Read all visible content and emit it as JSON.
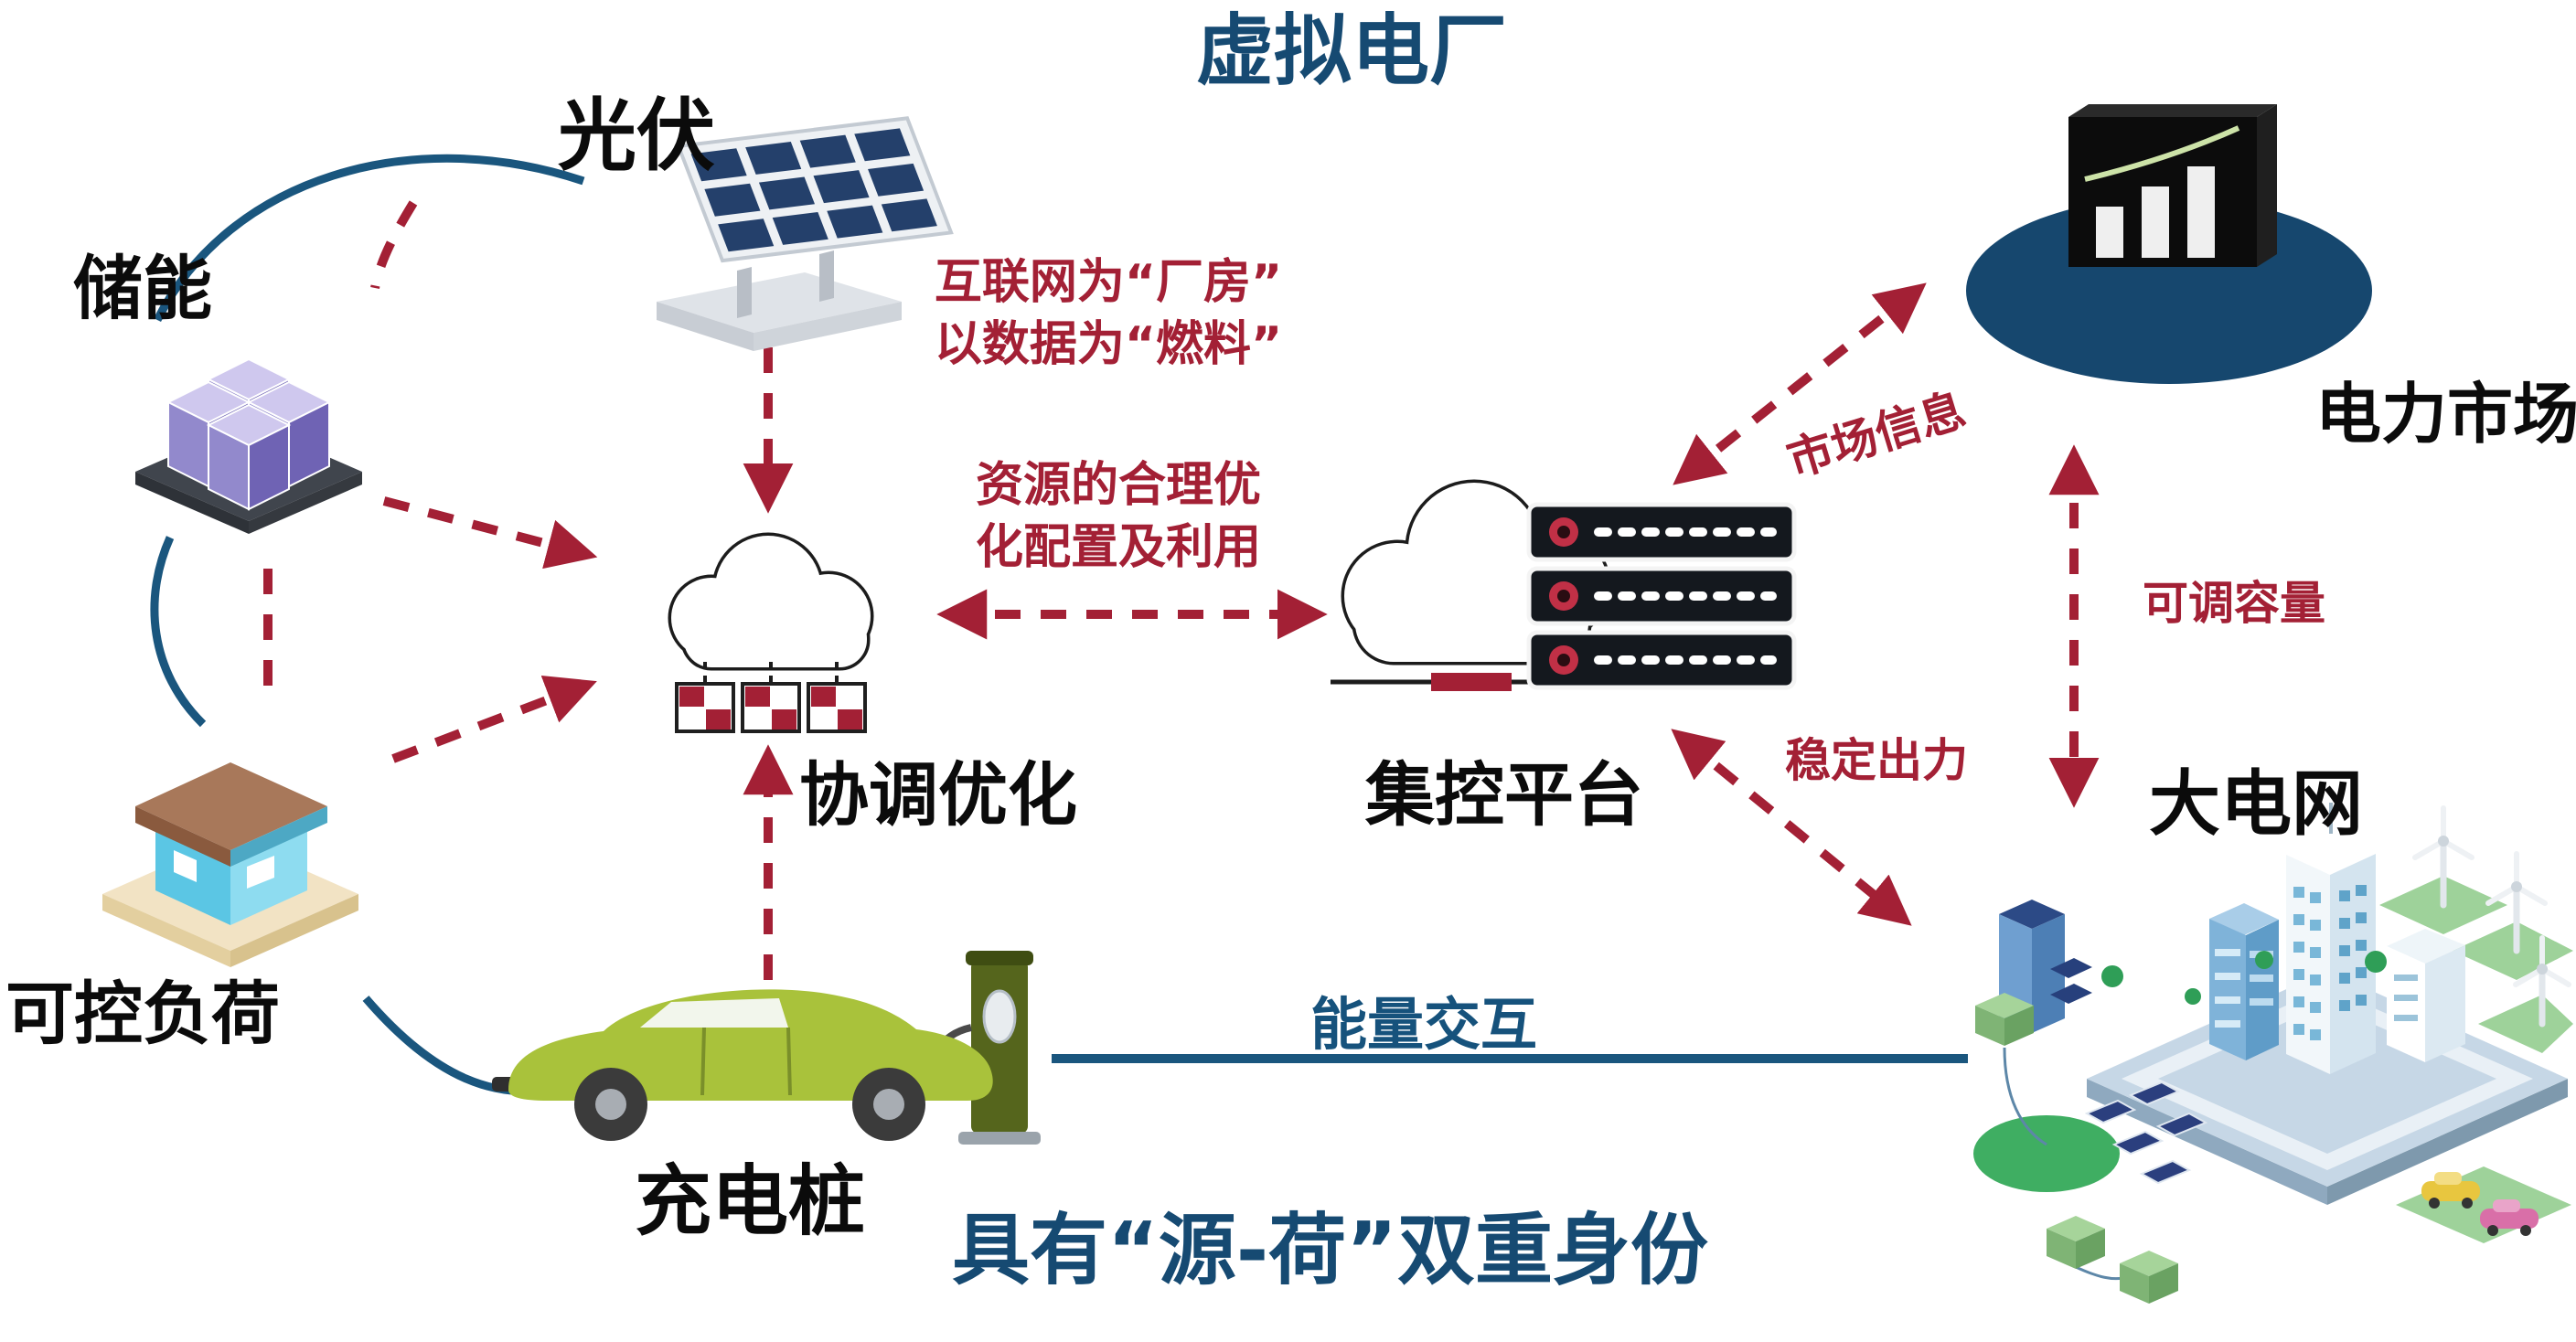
{
  "title": "虚拟电厂",
  "slogan": "具有“源-荷”双重身份",
  "colors": {
    "title_navy": "#164a72",
    "arrow_red": "#a32035",
    "line_blue": "#1a567e",
    "label_black": "#0b0b0b"
  },
  "nodes": {
    "pv": {
      "label": "光伏"
    },
    "storage": {
      "label": "储能"
    },
    "load": {
      "label": "可控负荷"
    },
    "charger": {
      "label": "充电桩"
    },
    "coordination": {
      "label": "协调优化"
    },
    "platform": {
      "label": "集控平台"
    },
    "market": {
      "label": "电力市场"
    },
    "grid": {
      "label": "大电网"
    }
  },
  "annotations": {
    "internet_line1": "互联网为“厂房”",
    "internet_line2": "以数据为“燃料”",
    "resource_line1": "资源的合理优",
    "resource_line2": "化配置及利用",
    "market_info": "市场信息",
    "adjustable_capacity": "可调容量",
    "stable_output": "稳定出力",
    "energy_exchange": "能量交互"
  }
}
